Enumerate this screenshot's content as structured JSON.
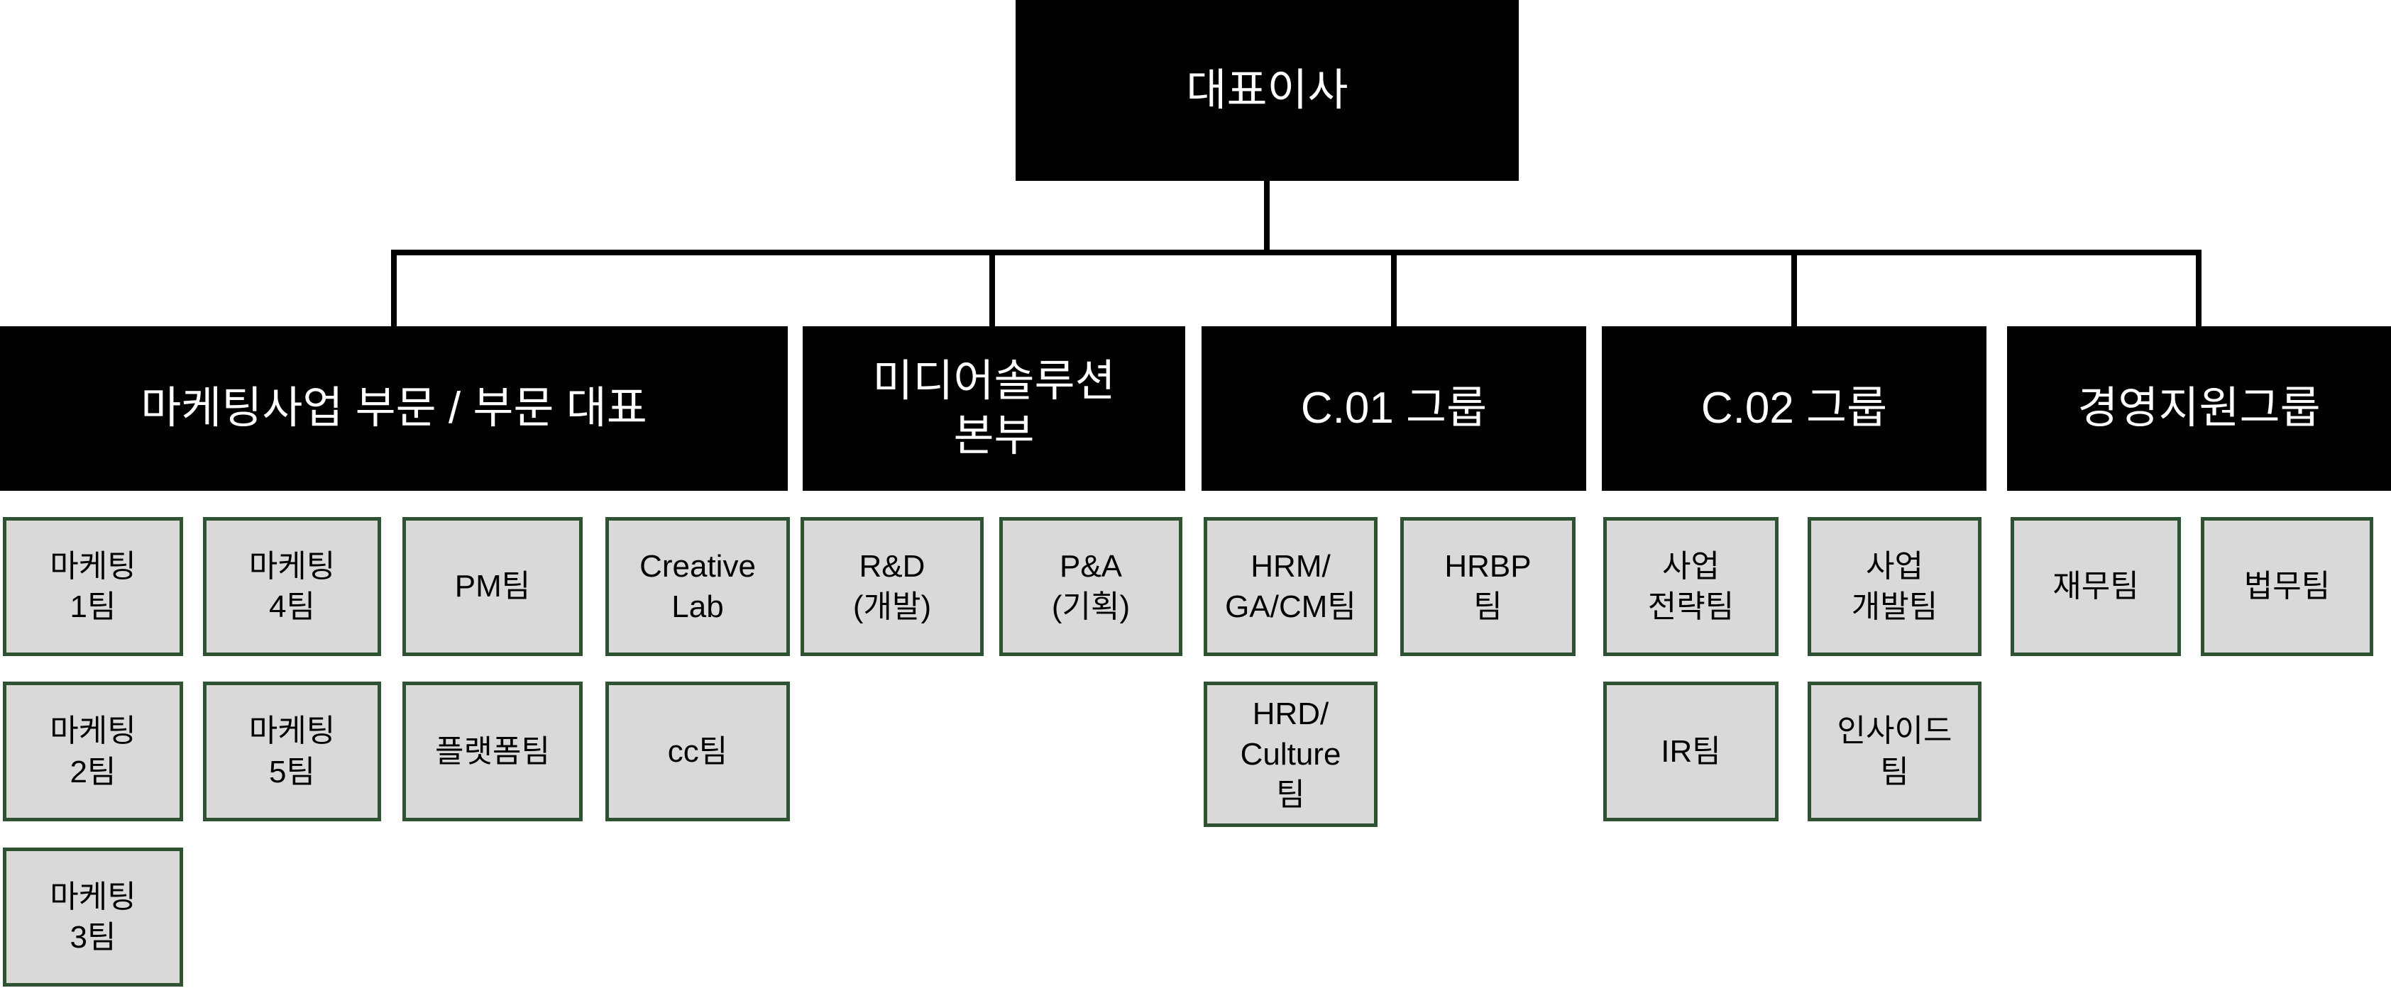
{
  "org": {
    "ceo": {
      "label": "대표이사"
    },
    "divisions": [
      {
        "label": "마케팅사업 부문 / 부문 대표",
        "teams": [
          {
            "label": "마케팅\n1팀"
          },
          {
            "label": "마케팅\n4팀"
          },
          {
            "label": "PM팀"
          },
          {
            "label": "Creative\nLab"
          },
          {
            "label": "마케팅\n2팀"
          },
          {
            "label": "마케팅\n5팀"
          },
          {
            "label": "플랫폼팀"
          },
          {
            "label": "cc팀"
          },
          {
            "label": "마케팅\n3팀"
          }
        ]
      },
      {
        "label": "미디어솔루션\n본부",
        "teams": [
          {
            "label": "R&D\n(개발)"
          },
          {
            "label": "P&A\n(기획)"
          }
        ]
      },
      {
        "label": "C.01 그룹",
        "teams": [
          {
            "label": "HRM/\nGA/CM팀"
          },
          {
            "label": "HRBP\n팀"
          },
          {
            "label": "HRD/\nCulture\n팀"
          }
        ]
      },
      {
        "label": "C.02 그룹",
        "teams": [
          {
            "label": "사업\n전략팀"
          },
          {
            "label": "사업\n개발팀"
          },
          {
            "label": "IR팀"
          },
          {
            "label": "인사이드\n팀"
          }
        ]
      },
      {
        "label": "경영지원그룹",
        "teams": [
          {
            "label": "재무팀"
          },
          {
            "label": "법무팀"
          }
        ]
      }
    ],
    "colors": {
      "canvas_bg": "#ffffff",
      "node_bg": "#000000",
      "node_text": "#ffffff",
      "team_bg": "#d9d9d9",
      "team_border": "#2f5233",
      "team_text": "#000000",
      "connector": "#000000"
    }
  }
}
